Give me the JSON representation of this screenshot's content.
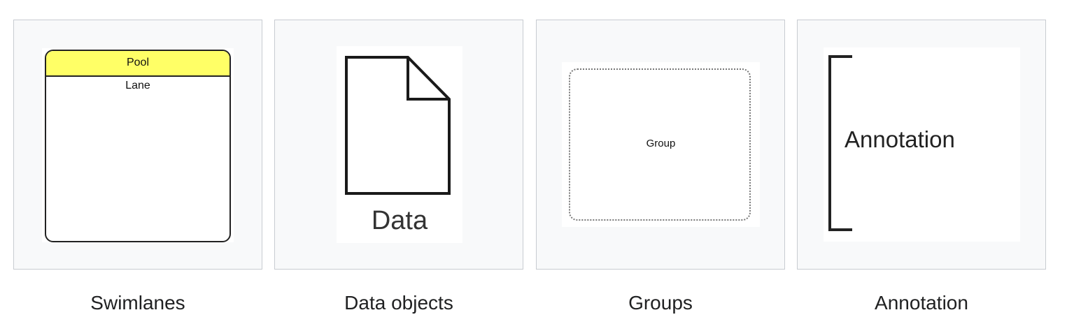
{
  "gallery": {
    "items": [
      {
        "caption": "Swimlanes",
        "pool_label": "Pool",
        "lane_label": "Lane",
        "pool_header_color": "#ffff66"
      },
      {
        "caption": "Data objects",
        "data_label": "Data"
      },
      {
        "caption": "Groups",
        "group_label": "Group"
      },
      {
        "caption": "Annotation",
        "annotation_label": "Annotation"
      }
    ]
  }
}
